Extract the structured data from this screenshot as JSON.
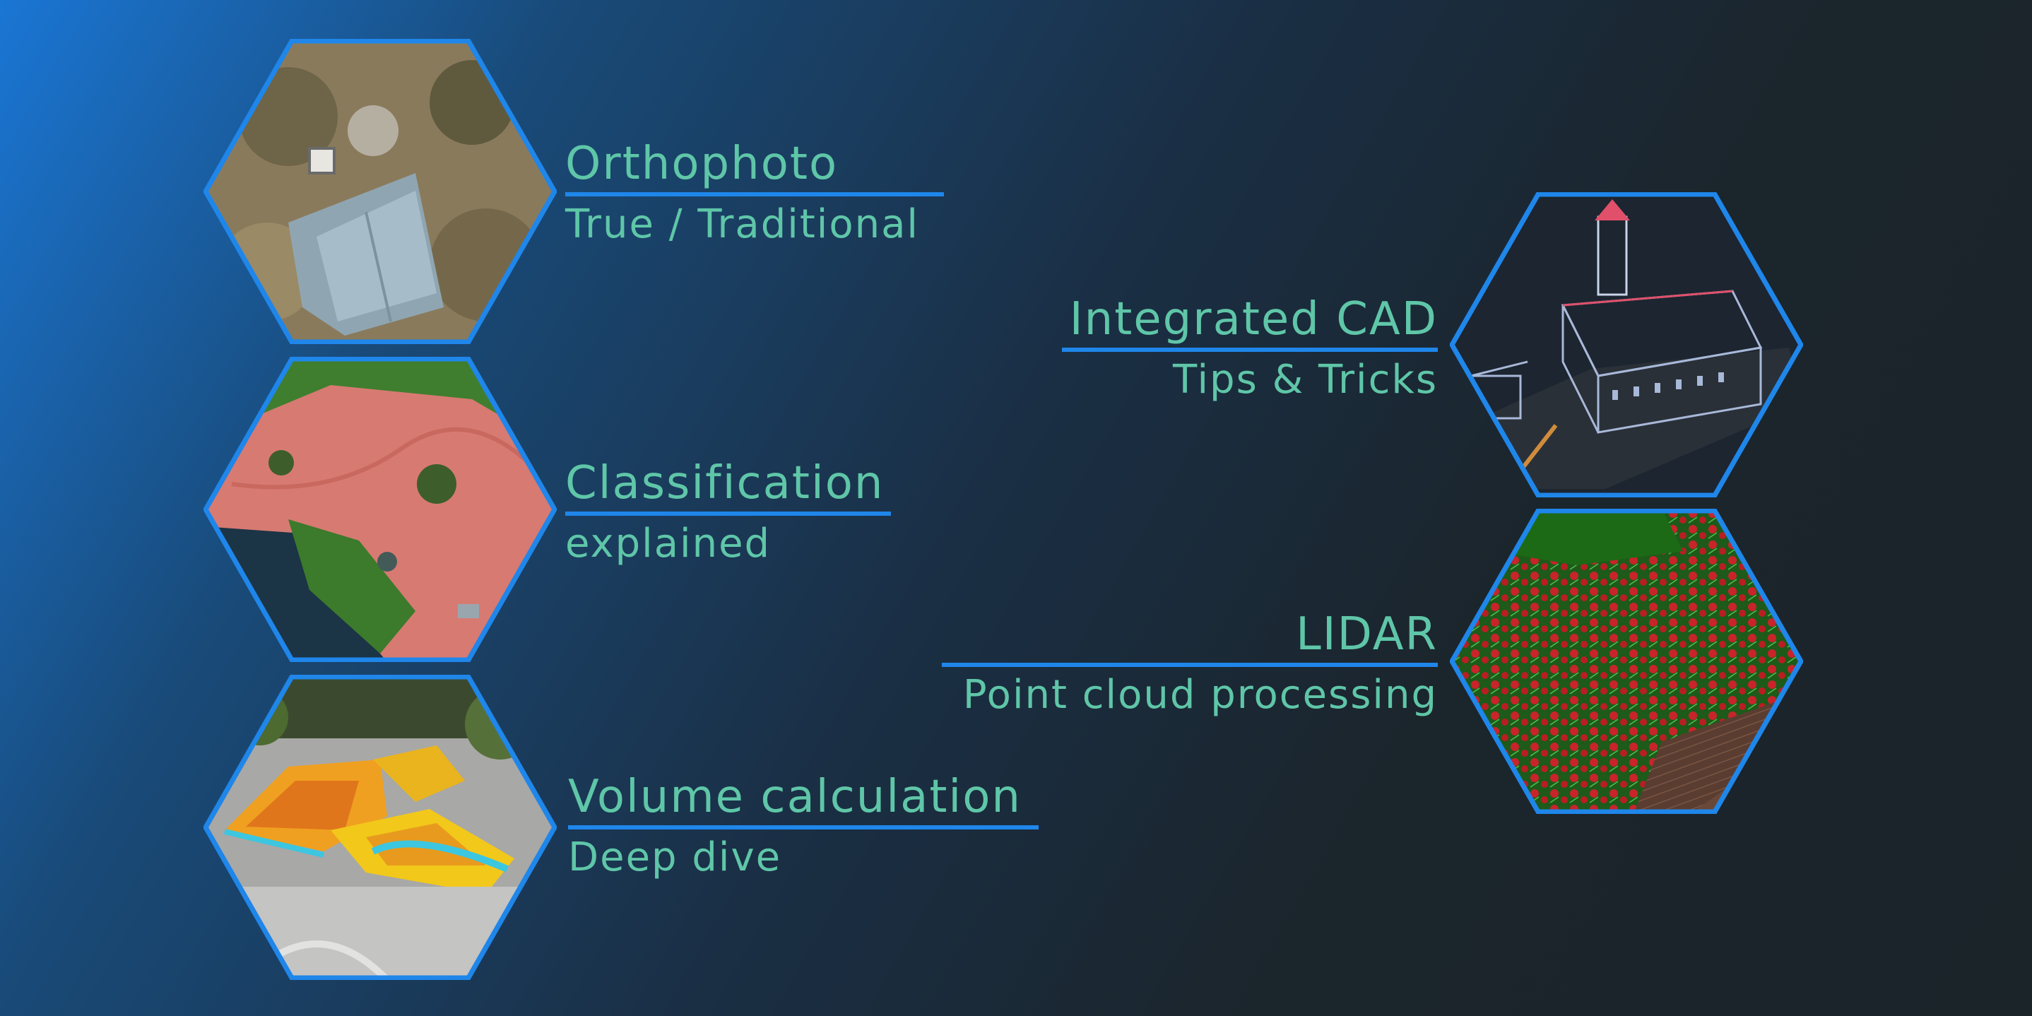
{
  "theme": {
    "accent": "#1f86ea",
    "text": "#5fc6a8"
  },
  "features": [
    {
      "title": "Orthophoto",
      "subtitle": "True / Traditional",
      "image": "aerial-orthophoto-roof"
    },
    {
      "title": "Classification",
      "subtitle": "explained",
      "image": "classified-quarry-terrain"
    },
    {
      "title": "Volume calculation",
      "subtitle": "Deep dive",
      "image": "stockpile-volume-heatmap"
    },
    {
      "title": "Integrated CAD",
      "subtitle": "Tips & Tricks",
      "image": "lighthouse-cad-wireframe"
    },
    {
      "title": "LIDAR",
      "subtitle": "Point cloud processing",
      "image": "lidar-point-cloud"
    }
  ]
}
